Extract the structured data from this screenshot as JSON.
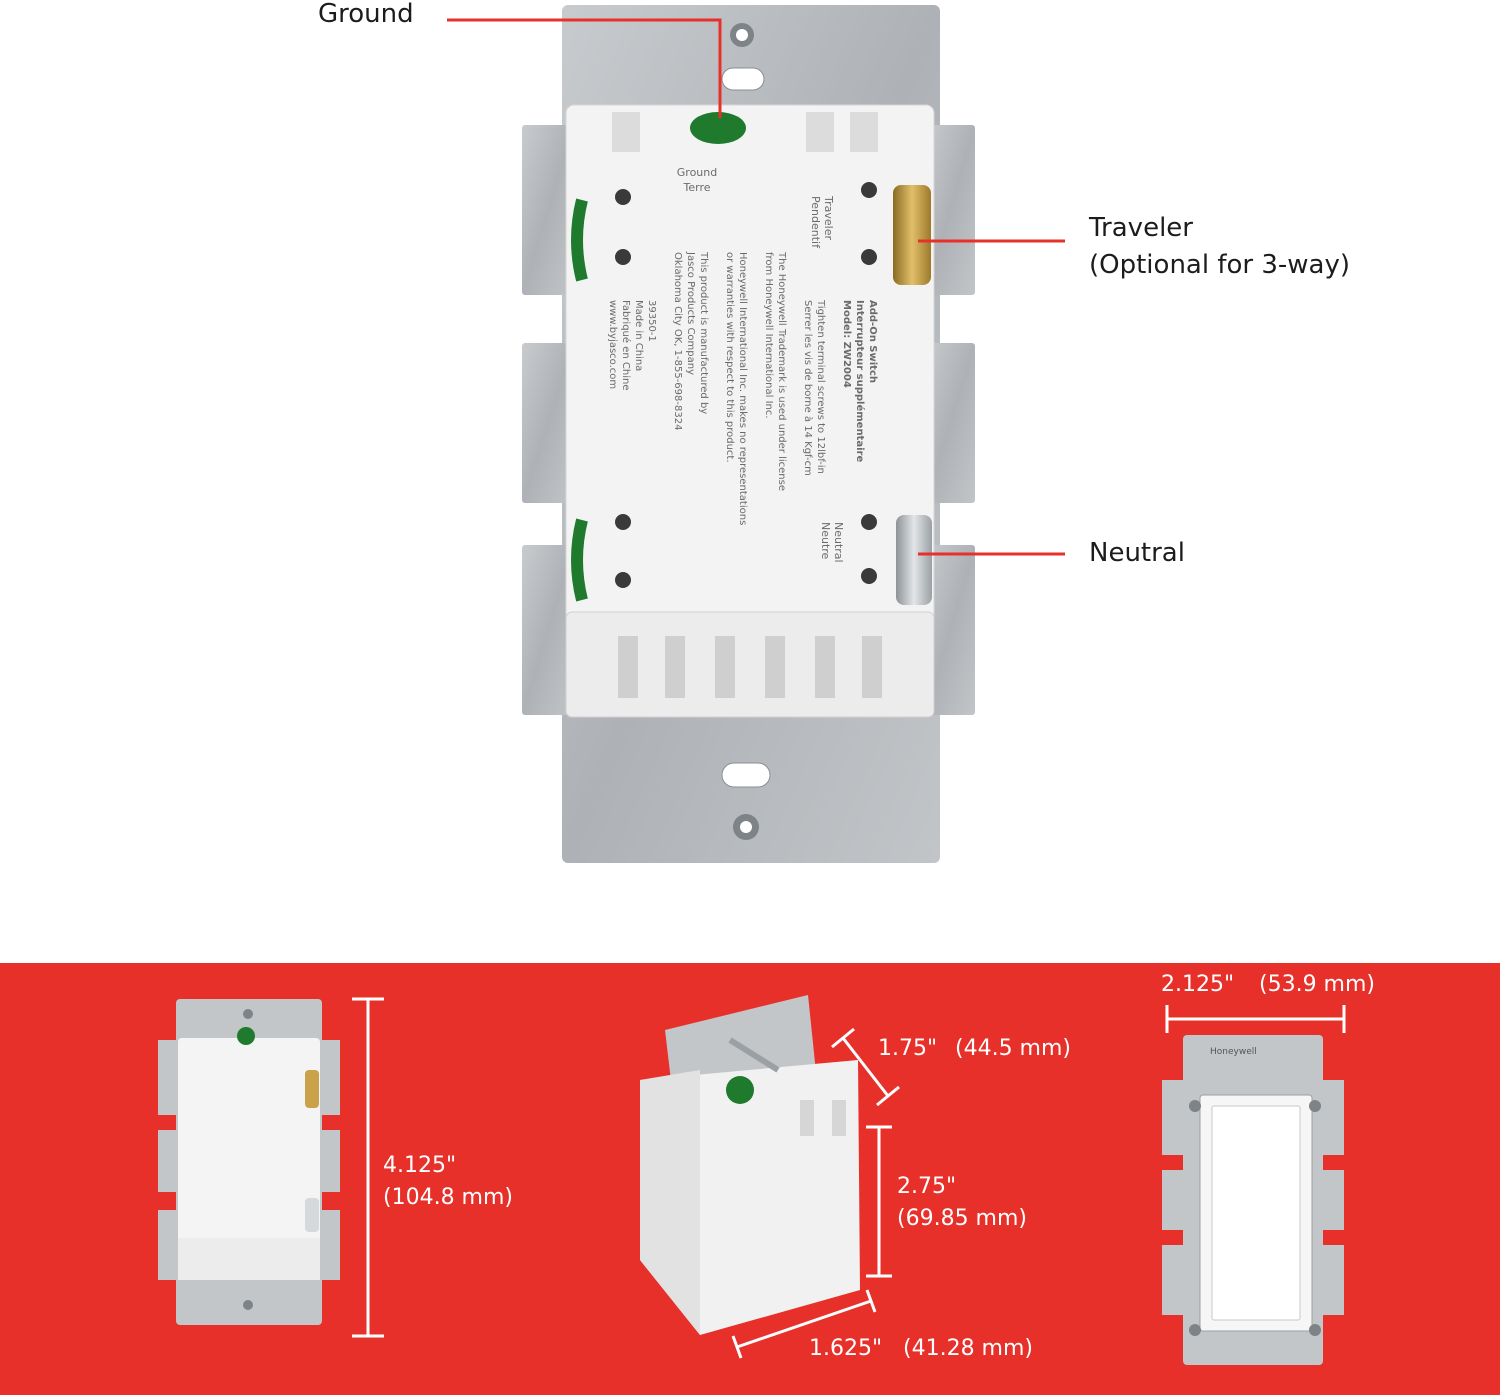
{
  "colors": {
    "accent_red": "#e8302a",
    "callout_line": "#e8302a",
    "plate_metal": "#b9bcbf",
    "device_body": "#f4f4f4",
    "terminal_brass": "#c9a24a",
    "terminal_green": "#1f7a2e",
    "text_dark": "#1c1c1c",
    "text_white": "#ffffff"
  },
  "callouts": {
    "ground": "Ground",
    "traveler_line1": "Traveler",
    "traveler_line2": "(Optional for 3-way)",
    "neutral": "Neutral"
  },
  "device_labels": {
    "ground": "Ground",
    "ground_fr": "Terre",
    "traveler": "Traveler",
    "traveler_fr": "Pendentif",
    "neutral": "Neutral",
    "neutral_fr": "Neutre",
    "title_line1": "Add-On Switch",
    "title_line2": "Interrupteur supplémentaire",
    "model": "Model: ZW2004",
    "torque_en": "Tighten terminal screws to 12lbf-in",
    "torque_fr": "Serrer les vis de borne à 14 Kgf-cm",
    "license_line1": "The Honeywell Trademark is used under license",
    "license_line2": "from Honeywell International Inc.",
    "warranty_line1": "Honeywell International Inc. makes no representations",
    "warranty_line2": "or warranties with respect to this product.",
    "mfr_line1": "This product is manufactured by",
    "mfr_line2": "Jasco Products Company",
    "mfr_line3": "Oklahoma City OK, 1-855-698-8324",
    "part_number": "39350-1",
    "made_in_en": "Made in China",
    "made_in_fr": "Fabriqué en Chine",
    "website": "www.byjasco.com"
  },
  "dimensions": {
    "height_value": "4.125\"",
    "height_mm": "(104.8 mm)",
    "depth_value": "1.75\"",
    "depth_mm": "(44.5 mm)",
    "body_height_value": "2.75\"",
    "body_height_mm": "(69.85 mm)",
    "body_width_value": "1.625\"",
    "body_width_mm": "(41.28 mm)",
    "width_value": "2.125\"",
    "width_mm": "(53.9 mm)"
  },
  "front_brand": "Honeywell"
}
